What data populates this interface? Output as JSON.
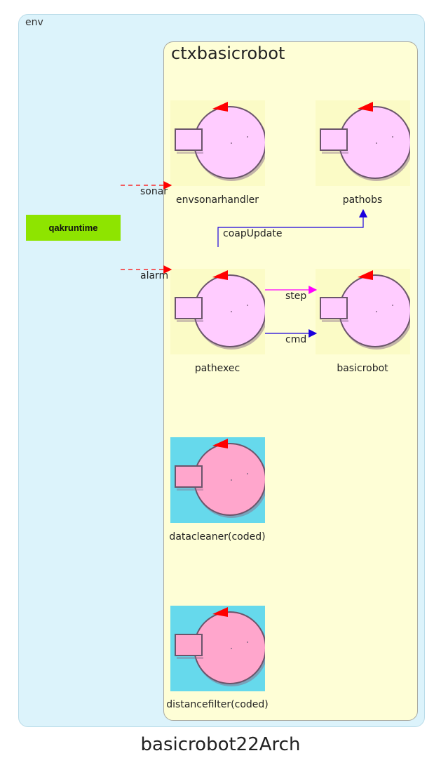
{
  "env": {
    "label": "env"
  },
  "context": {
    "label": "ctxbasicrobot"
  },
  "runtime": {
    "label": "qakruntime"
  },
  "actors": {
    "envsonarhandler": {
      "label": "envsonarhandler",
      "style": "normal"
    },
    "pathobs": {
      "label": "pathobs",
      "style": "normal"
    },
    "pathexec": {
      "label": "pathexec",
      "style": "normal"
    },
    "basicrobot": {
      "label": "basicrobot",
      "style": "normal"
    },
    "datacleaner": {
      "label": "datacleaner(coded)",
      "style": "coded"
    },
    "distancefilter": {
      "label": "distancefilter(coded)",
      "style": "coded"
    }
  },
  "edges": {
    "sonar": {
      "label": "sonar",
      "color": "#ff0000",
      "style": "dashed"
    },
    "alarm": {
      "label": "alarm",
      "color": "#ff0000",
      "style": "dashed"
    },
    "coapUpdate": {
      "label": "coapUpdate",
      "color": "#1a00dd",
      "style": "solid"
    },
    "step": {
      "label": "step",
      "color": "#ff00ff",
      "style": "solid"
    },
    "cmd": {
      "label": "cmd",
      "color": "#1a00dd",
      "style": "solid"
    }
  },
  "colors": {
    "normal_bg": "#fbfbc6",
    "normal_body": "#ffccff",
    "coded_bg": "#66d9ec",
    "coded_body": "#ffa6cc",
    "badge": "#ff0000"
  },
  "title": "basicrobot22Arch"
}
